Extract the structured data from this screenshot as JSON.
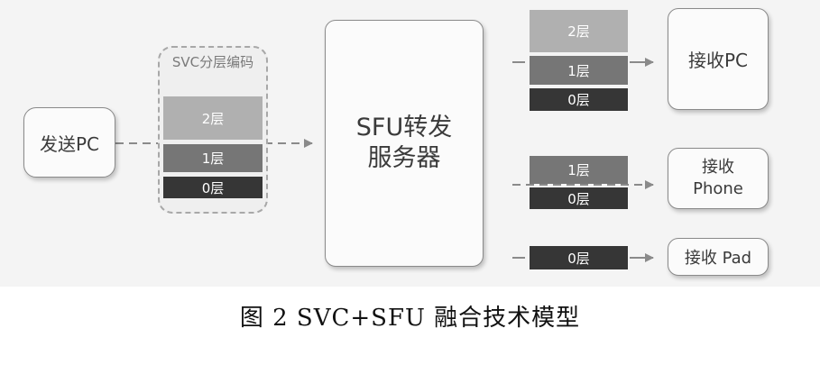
{
  "sender": {
    "label": "发送PC"
  },
  "svc_group": {
    "title": "SVC分层编码"
  },
  "layers": {
    "layer2": "2层",
    "layer1": "1层",
    "layer0": "0层"
  },
  "sfu": {
    "label": "SFU转发\n服务器"
  },
  "receivers": {
    "pc": {
      "label": "接收PC"
    },
    "phone": {
      "label": "接收\nPhone"
    },
    "pad": {
      "label": "接收 Pad"
    }
  },
  "caption": "图 2 SVC+SFU 融合技术模型",
  "colors": {
    "panel_bg": "#f4f4f4",
    "layer2": "#b0b0b0",
    "layer1": "#767676",
    "layer0": "#363636",
    "arrow": "#8a8a8a"
  }
}
